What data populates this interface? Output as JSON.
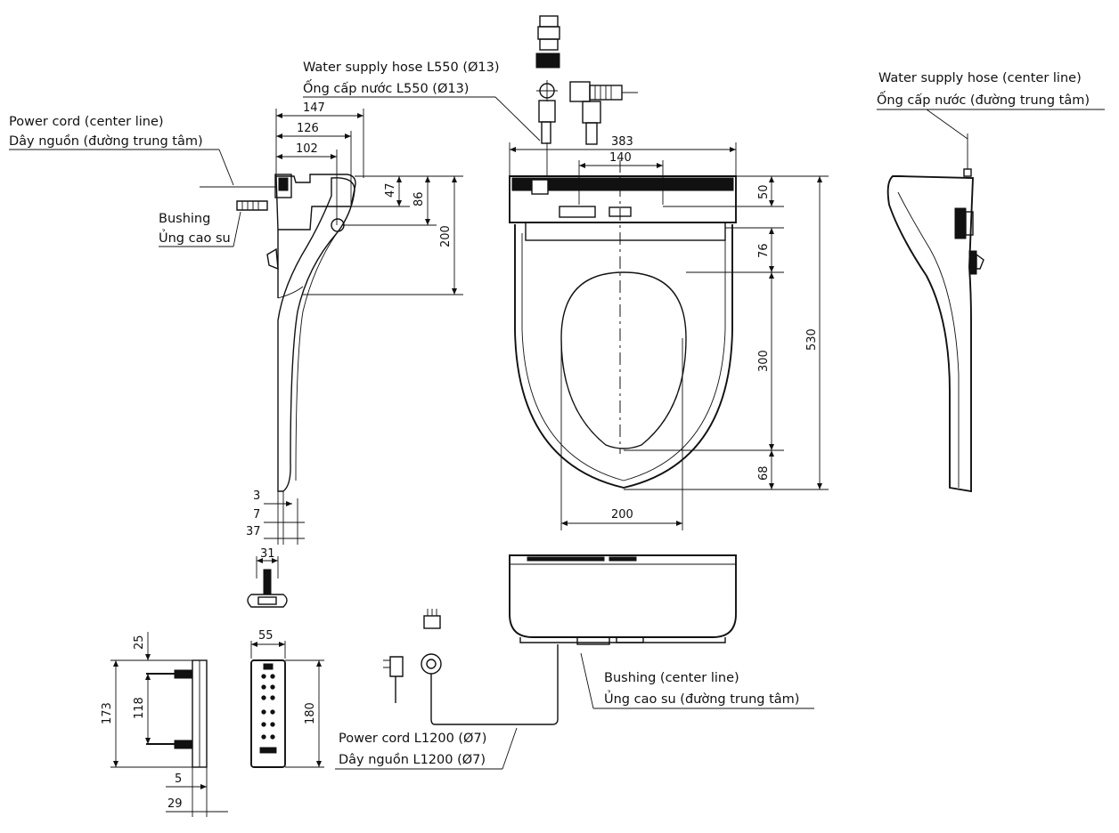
{
  "labels": {
    "water_hose_en": "Water supply hose L550 (Ø13)",
    "water_hose_vi": "Ống cấp nước L550 (Ø13)",
    "power_cord_center_en": "Power cord (center line)",
    "power_cord_center_vi": "Dây nguồn (đường trung tâm)",
    "bushing_en": "Bushing",
    "bushing_vi": "Ủng cao su",
    "water_hose_center_en": "Water supply hose (center line)",
    "water_hose_center_vi": "Ống cấp nước (đường trung tâm)",
    "bushing_center_en": "Bushing (center line)",
    "bushing_center_vi": "Ủng cao su (đường trung tâm)",
    "power_cord_len_en": "Power cord L1200 (Ø7)",
    "power_cord_len_vi": "Dây nguồn L1200 (Ø7)"
  },
  "dimensions": {
    "side_147": "147",
    "side_126": "126",
    "side_102": "102",
    "side_47": "47",
    "side_86": "86",
    "side_200": "200",
    "side_3": "3",
    "side_7": "7",
    "side_37": "37",
    "top_383": "383",
    "top_140": "140",
    "top_50": "50",
    "top_76": "76",
    "top_300": "300",
    "top_530": "530",
    "top_68": "68",
    "top_200": "200",
    "screw_31": "31",
    "wall_25": "25",
    "wall_173": "173",
    "wall_118": "118",
    "wall_5": "5",
    "wall_29": "29",
    "remote_55": "55",
    "remote_180": "180"
  }
}
